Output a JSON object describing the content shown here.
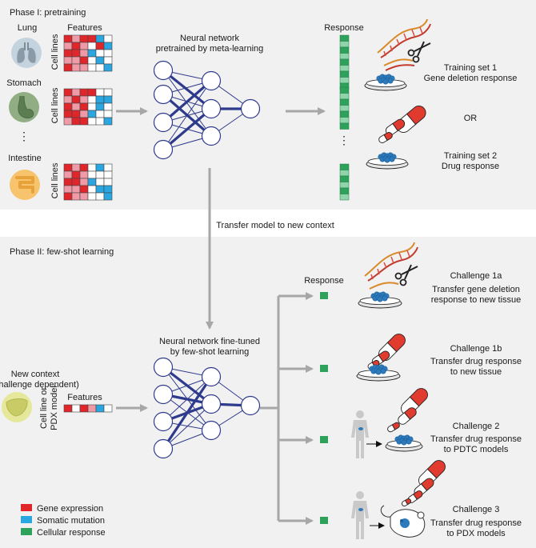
{
  "phase1": {
    "title": "Phase I: pretraining",
    "tissues": [
      "Lung",
      "Stomach",
      "Intestine"
    ],
    "ellipsis": "⋮",
    "features_label": "Features",
    "cell_lines_label": "Cell lines",
    "network_label": [
      "Neural network",
      "pretrained by meta-learning"
    ],
    "response_label": "Response",
    "training_set_1": [
      "Training set 1",
      "Gene deletion response"
    ],
    "or_label": "OR",
    "training_set_2": [
      "Training set 2",
      "Drug response"
    ]
  },
  "transfer_label": "Transfer model to new context",
  "phase2": {
    "title": "Phase II: few-shot learning",
    "new_context": [
      "New context",
      "(challenge dependent)"
    ],
    "features_label": "Features",
    "cell_line_or_pdx": [
      "Cell line or",
      "PDX model"
    ],
    "network_label": [
      "Neural network fine-tuned",
      "by few-shot learning"
    ],
    "response_label": "Response",
    "challenges": [
      {
        "title": "Challenge 1a",
        "desc": [
          "Transfer gene deletion",
          "response to new tissue"
        ]
      },
      {
        "title": "Challenge 1b",
        "desc": [
          "Transfer drug response",
          "to new tissue"
        ]
      },
      {
        "title": "Challenge 2",
        "desc": [
          "Transfer drug response",
          "to PDTC models"
        ]
      },
      {
        "title": "Challenge 3",
        "desc": [
          "Transfer drug response",
          "to PDX models"
        ]
      }
    ]
  },
  "legend": [
    {
      "label": "Gene expression",
      "color": "#e0262b"
    },
    {
      "label": "Somatic mutation",
      "color": "#2aa6e0"
    },
    {
      "label": "Cellular response",
      "color": "#2ea25a"
    }
  ],
  "colors": {
    "panel_bg": "#f1f1f1",
    "node_stroke": "#2e3a8c",
    "arrow_gray": "#a7a7a7",
    "expr_red": "#e0262b",
    "expr_pink": "#ef9aa6",
    "mutation_blue": "#2aa6e0",
    "response_green": "#2ea25a",
    "response_light": "#8fd4ab",
    "dish_cells": "#2d7bbd",
    "capsule_red": "#e03b2e"
  }
}
